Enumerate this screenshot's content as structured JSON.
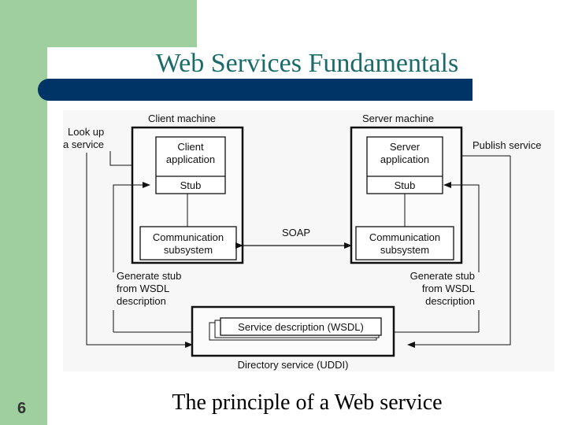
{
  "slide": {
    "title": "Web Services Fundamentals",
    "number": "6",
    "caption": "The principle of a Web service"
  },
  "diagram": {
    "client_machine": "Client machine",
    "server_machine": "Server machine",
    "look_up_service": [
      "Look up",
      "a service"
    ],
    "publish_service": "Publish service",
    "client_application": [
      "Client",
      "application"
    ],
    "server_application": [
      "Server",
      "application"
    ],
    "stub": "Stub",
    "communication_subsystem": [
      "Communication",
      "subsystem"
    ],
    "soap": "SOAP",
    "generate_stub_left": [
      "Generate stub",
      "from WSDL",
      "description"
    ],
    "generate_stub_right": [
      "Generate stub",
      "from WSDL",
      "description"
    ],
    "service_description": "Service description (WSDL)",
    "directory_service": "Directory service (UDDI)"
  }
}
